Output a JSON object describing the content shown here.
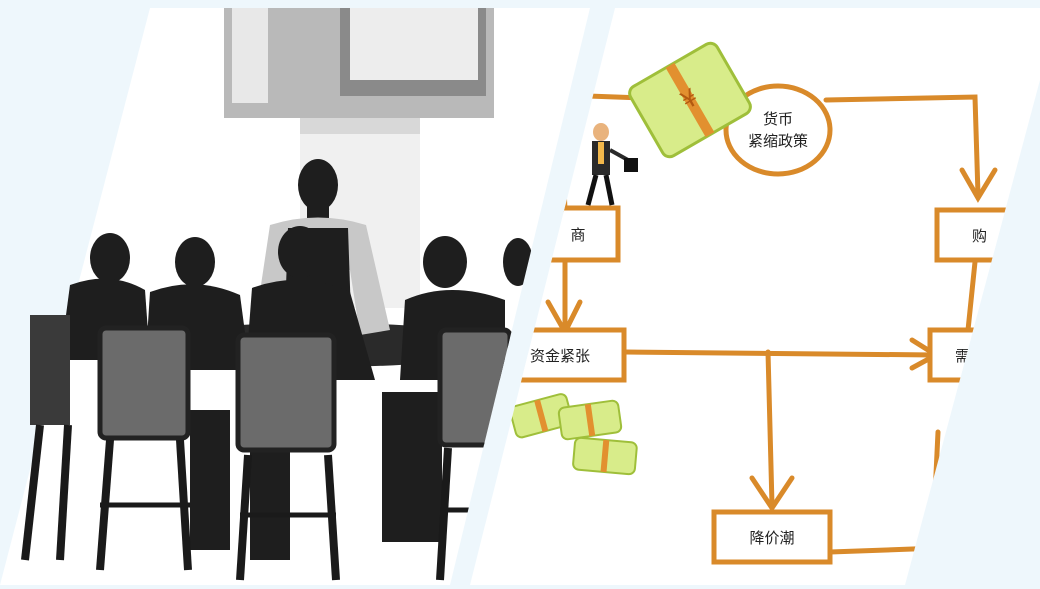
{
  "colors": {
    "background": "#eef7fc",
    "panel": "#ffffff",
    "flow_line": "#d98a2a",
    "flow_box_fill": "#ffffff",
    "money_green": "#d8ec8a",
    "silhouette": "#1e1e1e",
    "chair_gray": "#6b6b6b"
  },
  "left_panel": {
    "scene": "meeting-silhouettes"
  },
  "right_panel": {
    "nodes": {
      "policy_line1": "货币",
      "policy_line2": "紧缩政策",
      "merchant": "商",
      "buyer": "购",
      "funds_tight": "资金紧张",
      "price_cut": "降价潮",
      "right_mid": "需"
    },
    "money_symbol": "¥"
  }
}
